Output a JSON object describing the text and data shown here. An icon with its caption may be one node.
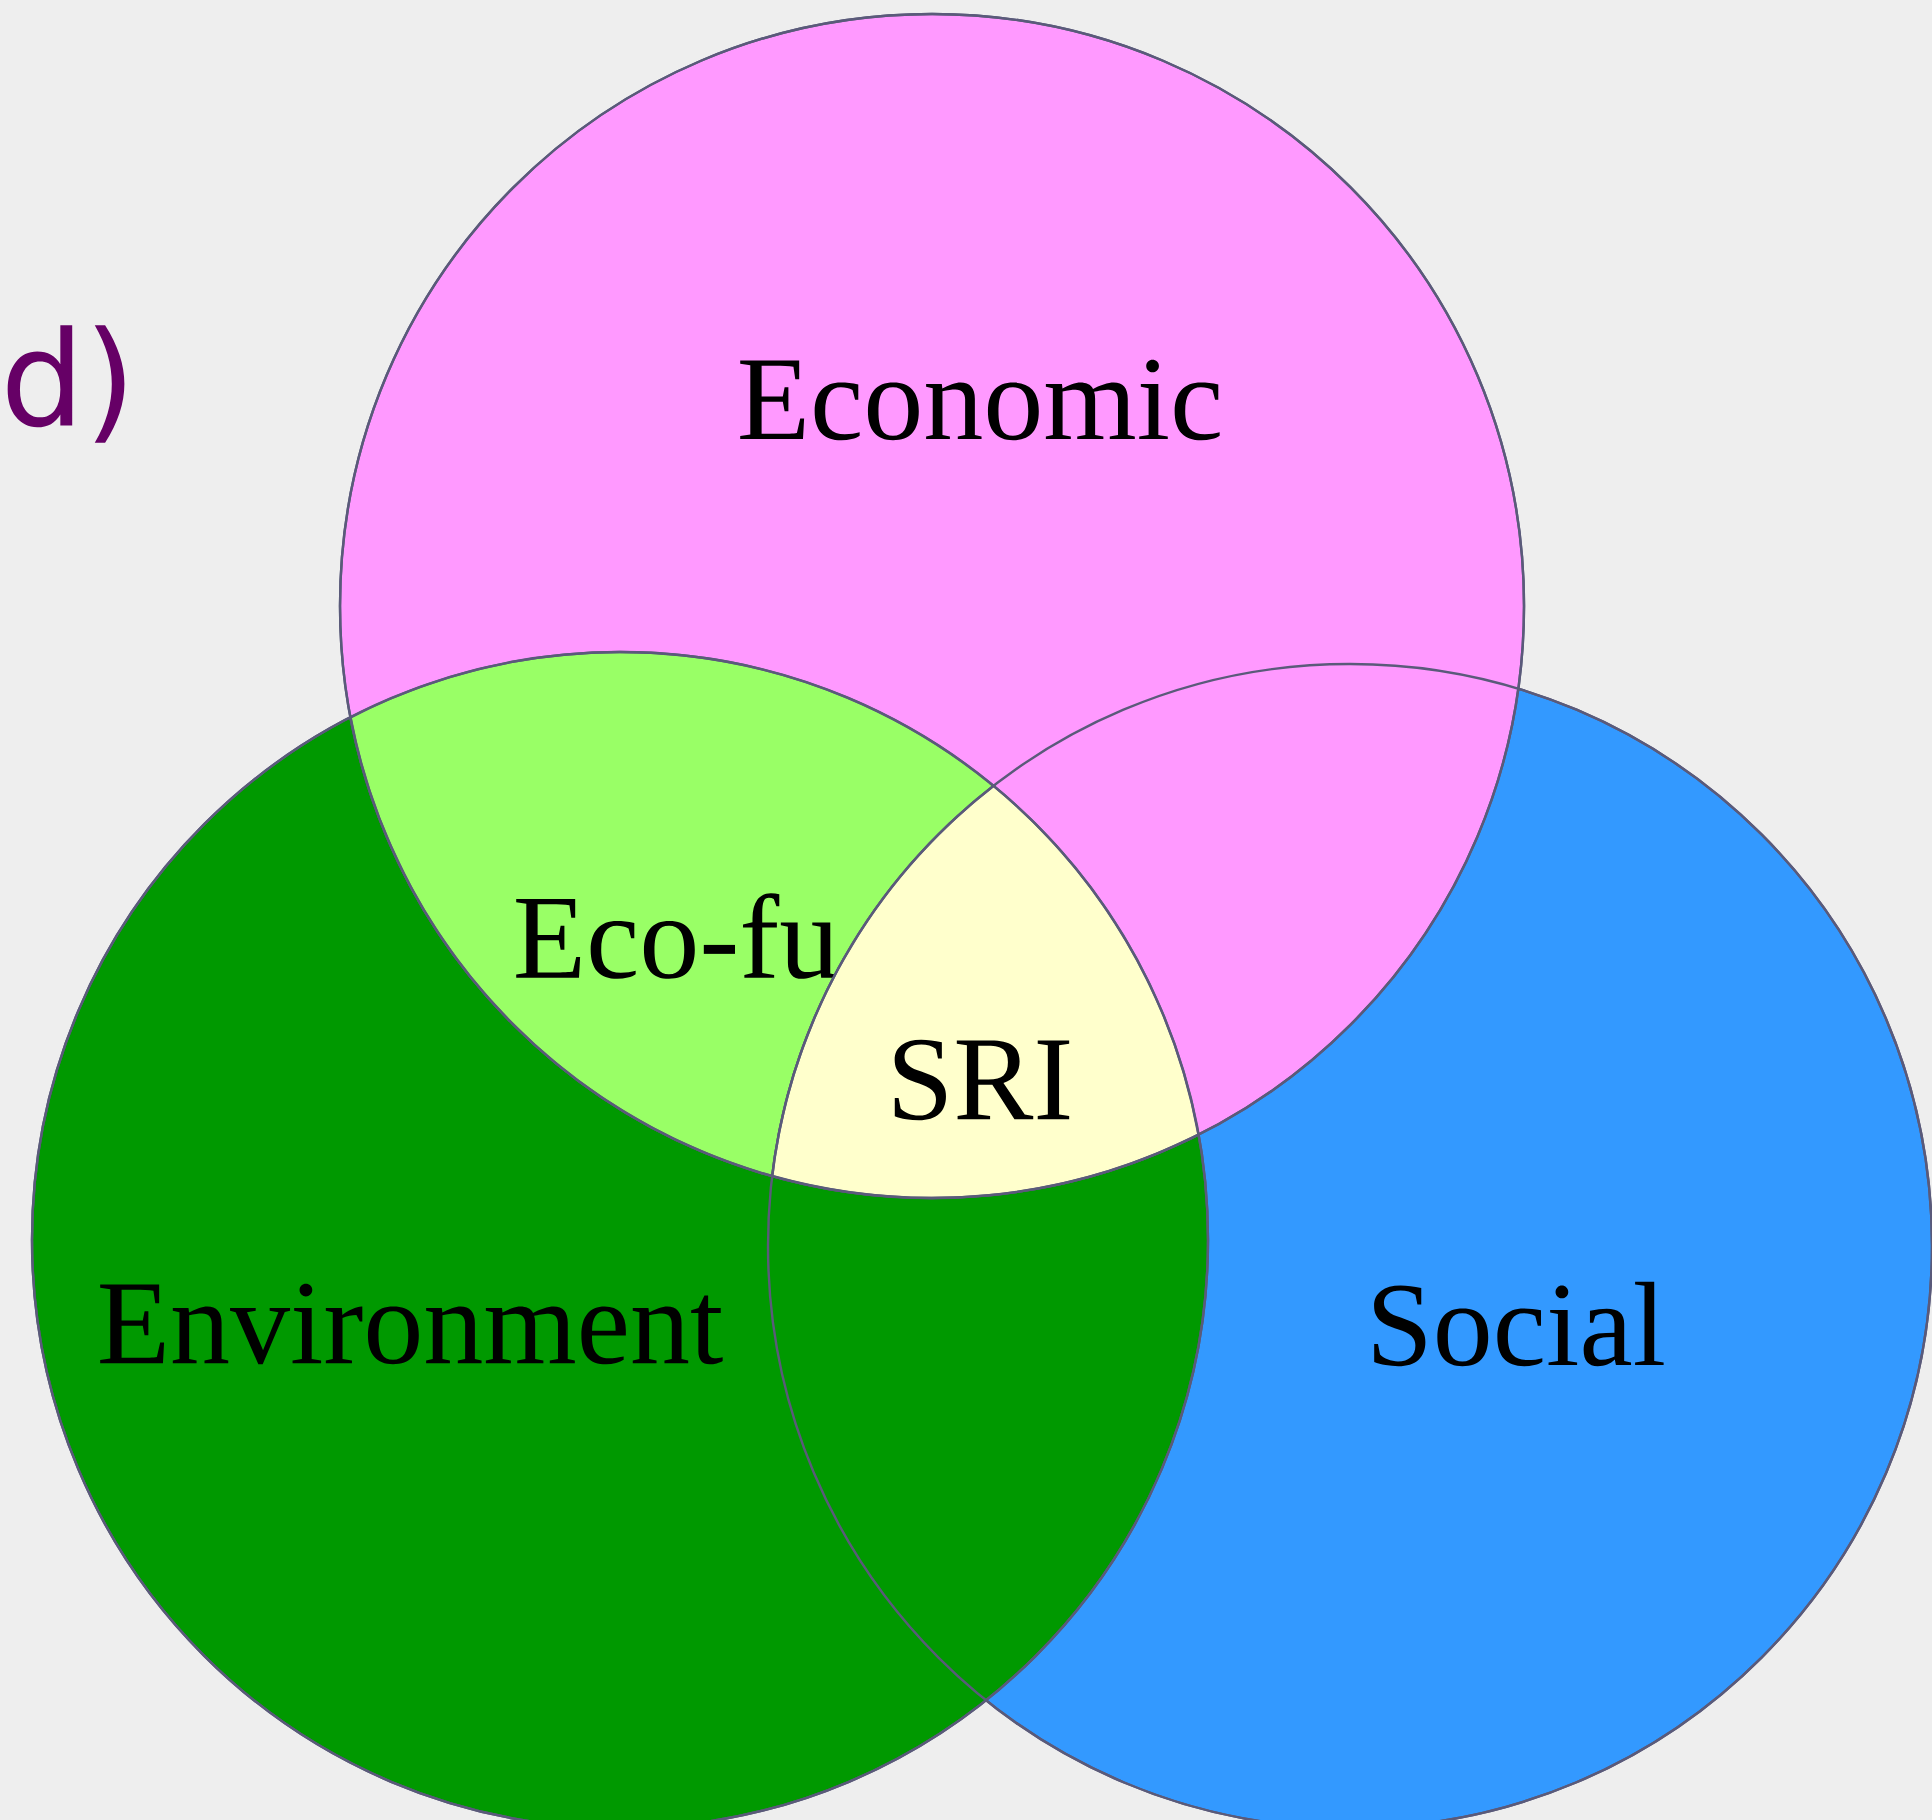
{
  "diagram": {
    "nodes": [
      {
        "text": [
          "Economic"
        ]
      },
      {
        "text": [
          "Eco-fu"
        ]
      },
      {
        "text": [
          "SRI"
        ]
      },
      {
        "text": [
          "Environment"
        ]
      },
      {
        "text": [
          "Social"
        ]
      }
    ],
    "labels": [
      "d)"
    ]
  }
}
